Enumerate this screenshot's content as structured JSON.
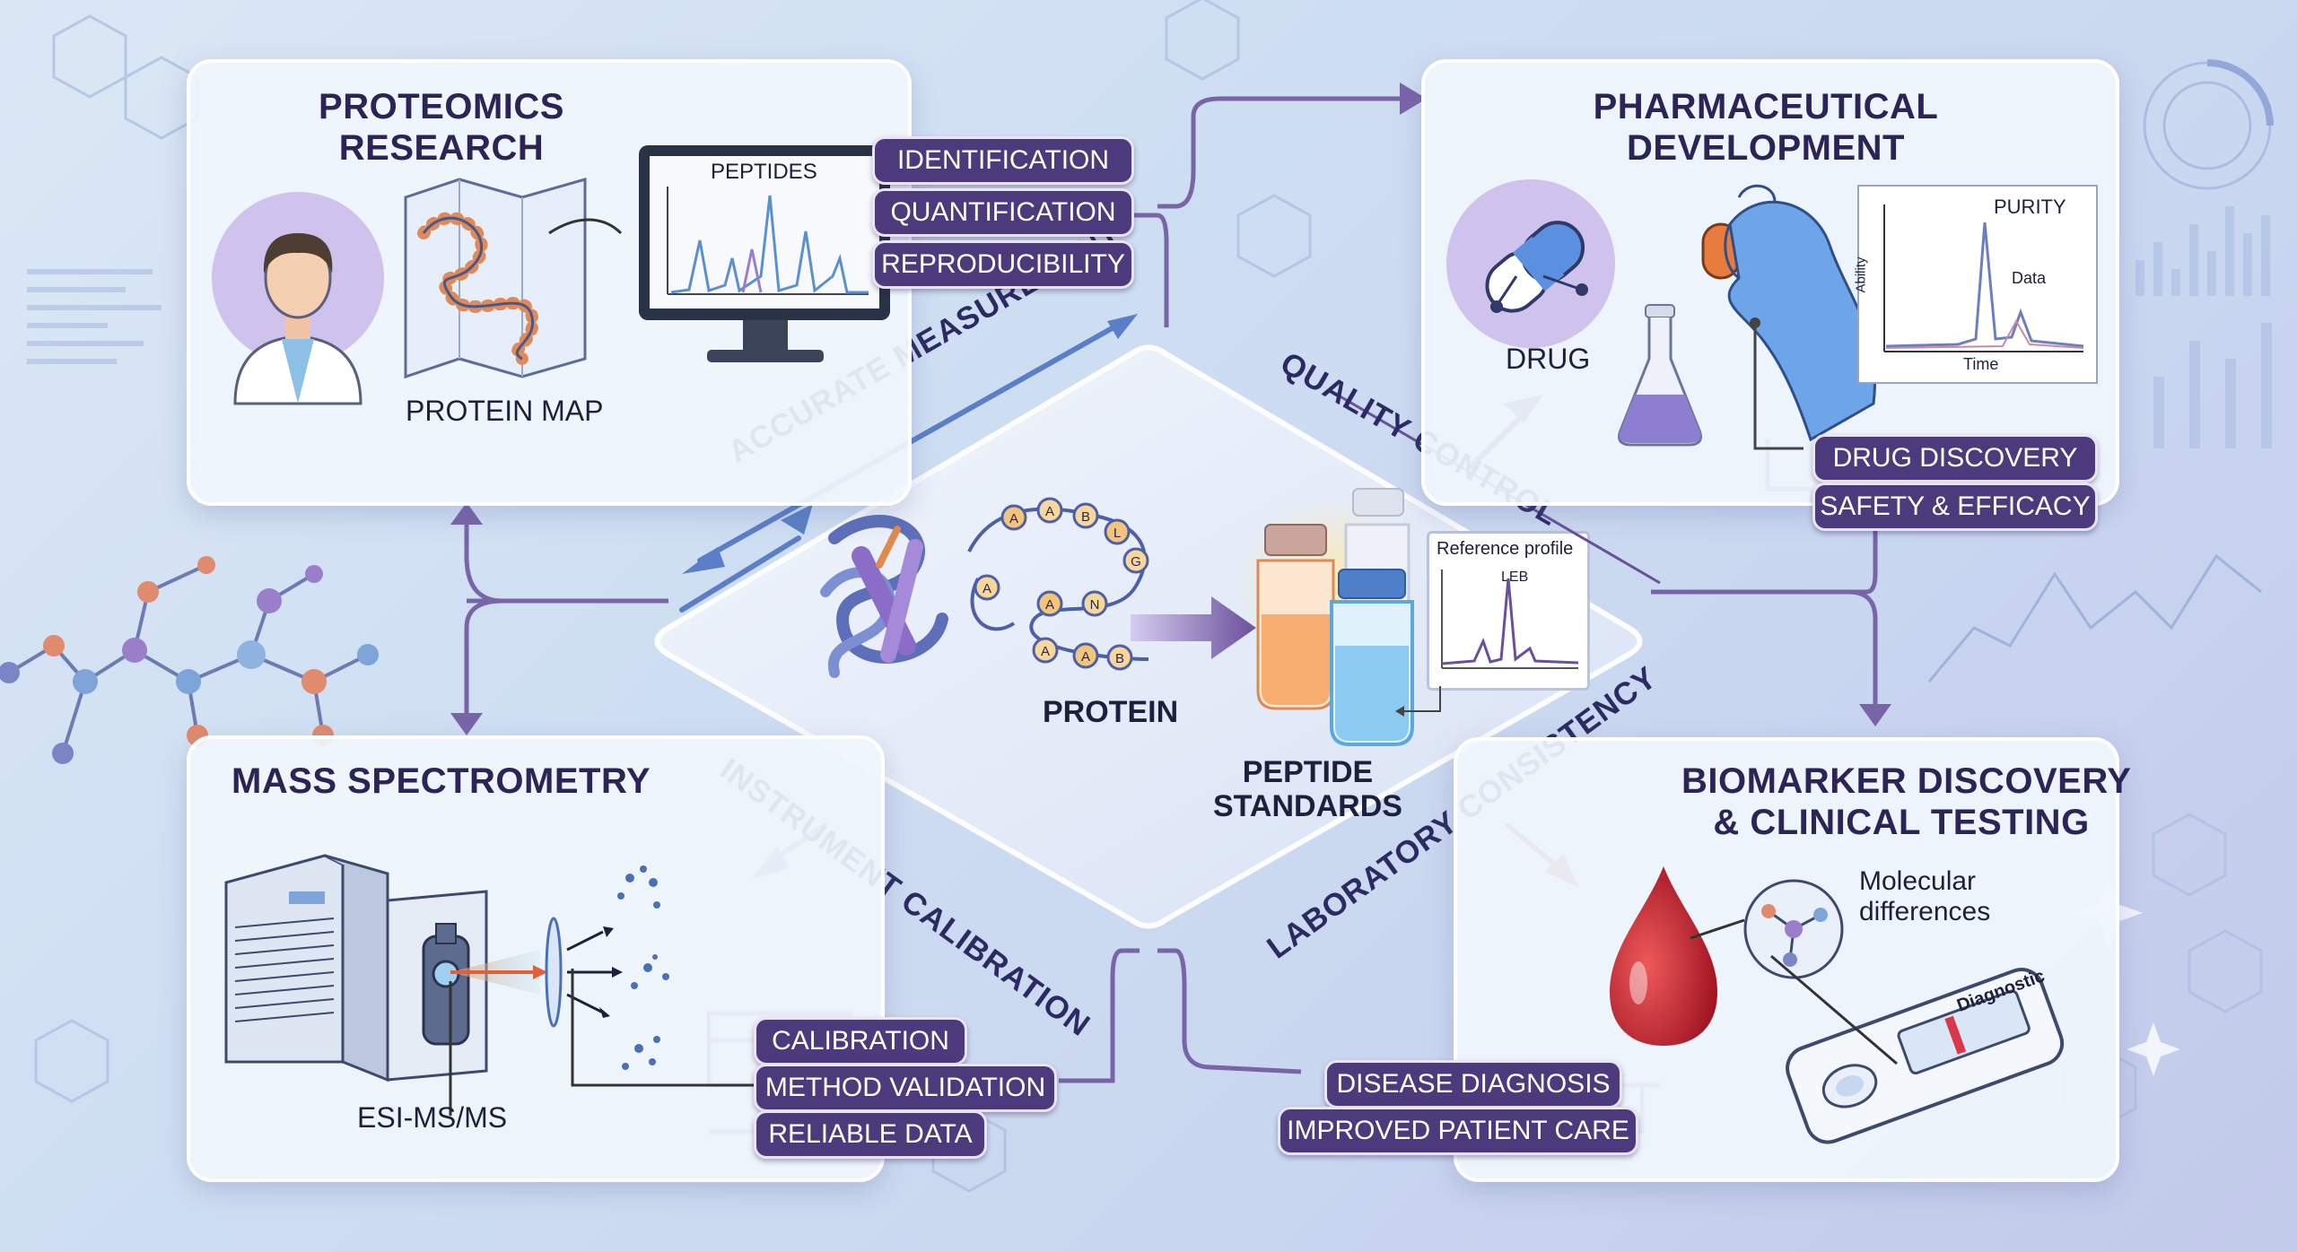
{
  "center": {
    "protein_label": "PROTEIN",
    "standards_label": "PEPTIDE\nSTANDARDS",
    "reference_profile_title": "Reference profile",
    "reference_peak_label": "LEB",
    "sequence_beads": [
      "A",
      "A",
      "B",
      "L",
      "G",
      "N",
      "A",
      "A",
      "A",
      "A",
      "B"
    ]
  },
  "connectors": {
    "top_left": "ACCURATE MEASUREMENT",
    "top_right": "QUALITY CONTROL",
    "bottom_left": "INSTRUMENT CALIBRATION",
    "bottom_right": "LABORATORY CONSISTENCY"
  },
  "proteomics": {
    "title": "PROTEOMICS\nRESEARCH",
    "map_label": "PROTEIN MAP",
    "monitor_title": "PEPTIDES",
    "tags": [
      "IDENTIFICATION",
      "QUANTIFICATION",
      "REPRODUCIBILITY"
    ]
  },
  "pharma": {
    "title": "PHARMACEUTICAL\nDEVELOPMENT",
    "drug_label": "DRUG",
    "chart_title": "PURITY",
    "chart_ylabel": "Ability",
    "chart_xlabel": "Time",
    "chart_series_label": "Data",
    "tags": [
      "DRUG DISCOVERY",
      "SAFETY & EFFICACY"
    ]
  },
  "mass_spec": {
    "title": "MASS SPECTROMETRY",
    "instrument_label": "ESI-MS/MS",
    "tags": [
      "CALIBRATION",
      "METHOD VALIDATION",
      "RELIABLE DATA"
    ]
  },
  "biomarker": {
    "title": "BIOMARKER DISCOVERY\n& CLINICAL TESTING",
    "molecular_label": "Molecular\ndifferences",
    "test_label": "Diagnostic",
    "tags": [
      "DISEASE DIAGNOSIS",
      "IMPROVED PATIENT CARE"
    ]
  },
  "colors": {
    "pill": "#4d3a7c",
    "arrow": "#6a4f9c",
    "arrow_blue": "#5b7fc6",
    "title": "#2c2357",
    "panel": "#f0f6fc"
  },
  "icons": [
    "scientist-icon",
    "protein-map-icon",
    "monitor-icon",
    "capsule-icon",
    "gloved-hand-icon",
    "flask-icon",
    "mass-spectrometer-icon",
    "blood-drop-icon",
    "molecule-icon",
    "diagnostic-test-icon",
    "vial-icon",
    "protein-structure-icon"
  ]
}
